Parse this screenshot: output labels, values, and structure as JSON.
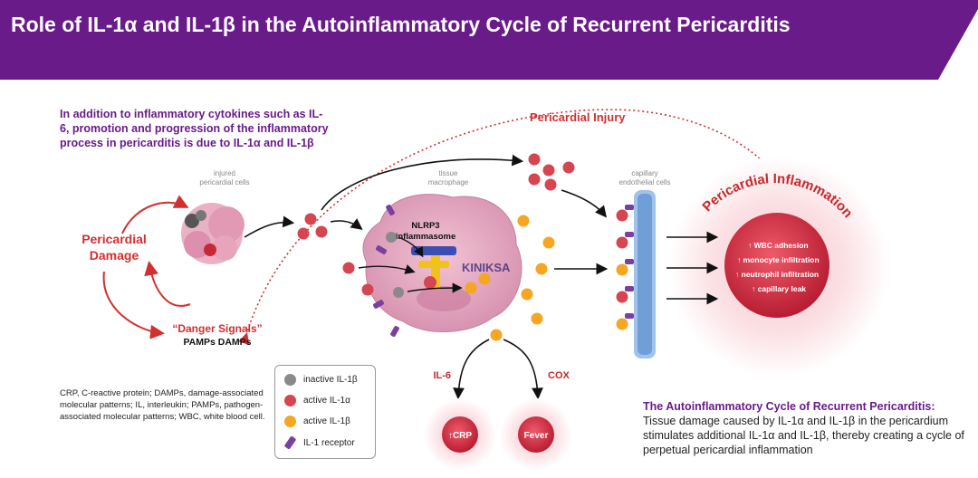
{
  "header": {
    "title": "Role of IL-1α and IL-1β in the Autoinflammatory Cycle of Recurrent Pericarditis",
    "color": "#6a1b8a"
  },
  "intro_text": "In addition to inflammatory cytokines such as IL-6, promotion and progression of the inflammatory process in pericarditis is due to IL-1α and IL-1β",
  "diagram": {
    "pericardial_injury": "Pericardial Injury",
    "injured_cells": [
      "injured",
      "pericardial cells"
    ],
    "tissue_macrophage": [
      "tissue",
      "macrophage"
    ],
    "capillary_cells": [
      "capillary",
      "endothelial cells"
    ],
    "pericardial_damage": [
      "Pericardial",
      "Damage"
    ],
    "danger_signals": "“Danger Signals”",
    "pamps_damps": "PAMPs  DAMPs",
    "nlrp3": [
      "NLRP3",
      "inflammasome"
    ],
    "watermark": "KINIKSA",
    "pericardial_inflammation": "Pericardial Inflammation",
    "effects": [
      "WBC adhesion",
      "monocyte infiltration",
      "neutrophil infiltration",
      "capillary leak"
    ],
    "il6": "IL-6",
    "cox": "COX",
    "crp": "CRP",
    "fever": "Fever"
  },
  "legend": {
    "inactive": "inactive IL-1β",
    "active_a": "active IL-1α",
    "active_b": "active IL-1β",
    "receptor": "IL-1 receptor"
  },
  "abbreviations": "CRP, C-reactive protein; DAMPs, damage-associated molecular patterns; IL, interleukin; PAMPs, pathogen-associated molecular patterns; WBC, white blood cell.",
  "summary": {
    "title": "The Autoinflammatory Cycle of Recurrent Pericarditis:",
    "body": "Tissue damage caused by IL-1α and IL-1β in the pericardium stimulates additional IL-1α and IL-1β, thereby creating a cycle of perpetual pericardial inflammation"
  },
  "colors": {
    "purple": "#6a1b8a",
    "red": "#d32f2f",
    "il1a": "#d64550",
    "il1b": "#f5a623",
    "inactive": "#8a8a8a",
    "receptor": "#7b3fa0"
  }
}
